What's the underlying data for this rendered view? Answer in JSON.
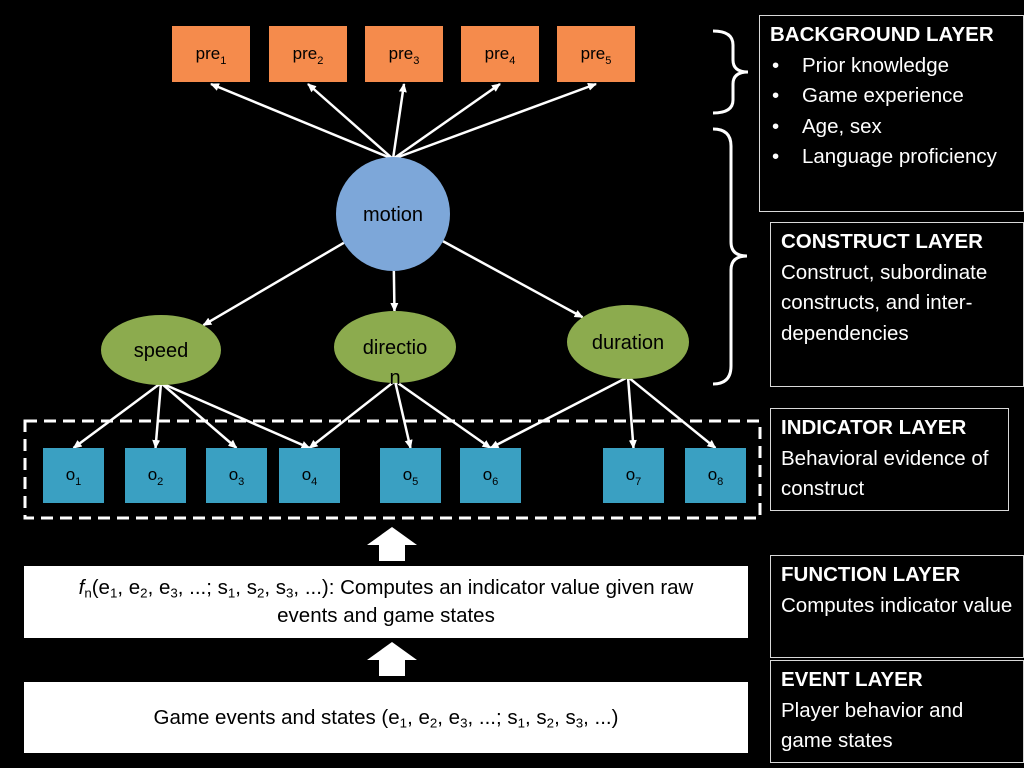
{
  "background_nodes": [
    {
      "base": "pre",
      "sub": "1"
    },
    {
      "base": "pre",
      "sub": "2"
    },
    {
      "base": "pre",
      "sub": "3"
    },
    {
      "base": "pre",
      "sub": "4"
    },
    {
      "base": "pre",
      "sub": "5"
    }
  ],
  "construct_node": "motion",
  "subconstructs": [
    "speed",
    "directio",
    "duration"
  ],
  "subconstruct_overflow": "n",
  "indicators": [
    {
      "base": "o",
      "sub": "1"
    },
    {
      "base": "o",
      "sub": "2"
    },
    {
      "base": "o",
      "sub": "3"
    },
    {
      "base": "o",
      "sub": "4"
    },
    {
      "base": "o",
      "sub": "5"
    },
    {
      "base": "o",
      "sub": "6"
    },
    {
      "base": "o",
      "sub": "7"
    },
    {
      "base": "o",
      "sub": "8"
    }
  ],
  "layers": {
    "background": {
      "title": "BACKGROUND LAYER",
      "items": [
        "Prior knowledge",
        "Game experience",
        "Age, sex",
        "Language proficiency"
      ]
    },
    "construct": {
      "title": "CONSTRUCT LAYER",
      "text": "Construct, subordinate constructs, and inter-dependencies"
    },
    "indicator": {
      "title": "INDICATOR LAYER",
      "text": "Behavioral evidence of construct"
    },
    "function": {
      "title": "FUNCTION LAYER",
      "text": "Computes indicator value"
    },
    "event": {
      "title": "EVENT LAYER",
      "text": "Player behavior and game states"
    }
  },
  "function_box": {
    "f": "f",
    "f_sub": "n",
    "segments": [
      {
        "t": "(e"
      },
      {
        "s": "1"
      },
      {
        "t": ", e"
      },
      {
        "s": "2"
      },
      {
        "t": ", e"
      },
      {
        "s": "3"
      },
      {
        "t": ", ...; s"
      },
      {
        "s": "1"
      },
      {
        "t": ", s"
      },
      {
        "s": "2"
      },
      {
        "t": ", s"
      },
      {
        "s": "3"
      },
      {
        "t": ", ...): Computes an indicator value given raw events and game states"
      }
    ]
  },
  "event_box": {
    "segments": [
      {
        "t": "Game events and states (e"
      },
      {
        "s": "1"
      },
      {
        "t": ", e"
      },
      {
        "s": "2"
      },
      {
        "t": ", e"
      },
      {
        "s": "3"
      },
      {
        "t": ", ...; s"
      },
      {
        "s": "1"
      },
      {
        "t": ", s"
      },
      {
        "s": "2"
      },
      {
        "t": ", s"
      },
      {
        "s": "3"
      },
      {
        "t": ", ...)"
      }
    ]
  },
  "edges": {
    "construct_to_background": [
      0,
      1,
      2,
      3,
      4
    ],
    "construct_to_subconstruct": [
      0,
      1,
      2
    ],
    "subconstruct_to_indicator": [
      [
        0,
        0
      ],
      [
        0,
        1
      ],
      [
        0,
        2
      ],
      [
        0,
        3
      ],
      [
        1,
        3
      ],
      [
        1,
        4
      ],
      [
        1,
        5
      ],
      [
        2,
        5
      ],
      [
        2,
        6
      ],
      [
        2,
        7
      ]
    ]
  },
  "colors": {
    "background_node": "#f58b4c",
    "construct_node": "#7da7d9",
    "subconstruct_node": "#8cab4e",
    "indicator_node": "#3aa0c2",
    "edge": "#ffffff"
  }
}
